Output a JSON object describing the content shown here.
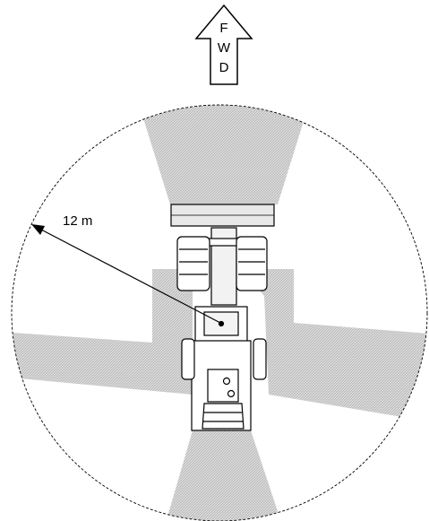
{
  "direction_arrow": {
    "letters": [
      "F",
      "W",
      "D"
    ]
  },
  "radius_label": "12 m",
  "colors": {
    "line": "#000000",
    "shade": "#c8c8c8",
    "background": "#ffffff"
  },
  "icons": {
    "direction": "forward-arrow-icon",
    "machine": "tractor-top-view-icon"
  }
}
